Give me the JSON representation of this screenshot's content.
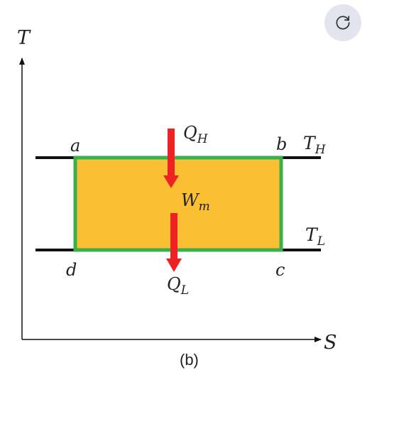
{
  "axes": {
    "y_label": "T",
    "x_label": "S"
  },
  "corners": {
    "a": "a",
    "b": "b",
    "c": "c",
    "d": "d"
  },
  "reservoirs": {
    "high": {
      "symbol": "T",
      "subscript": "H"
    },
    "low": {
      "symbol": "T",
      "subscript": "L"
    }
  },
  "heat": {
    "in": {
      "symbol": "Q",
      "subscript": "H"
    },
    "out": {
      "symbol": "Q",
      "subscript": "L"
    }
  },
  "work": {
    "symbol": "W",
    "subscript": "m"
  },
  "caption": "(b)",
  "refresh_button": {
    "icon": "refresh-icon"
  },
  "colors": {
    "fill": "#fbbf33",
    "border": "#3ab04a",
    "arrow": "#ee2222",
    "line": "#111111",
    "button_bg": "#e3e5ee"
  }
}
